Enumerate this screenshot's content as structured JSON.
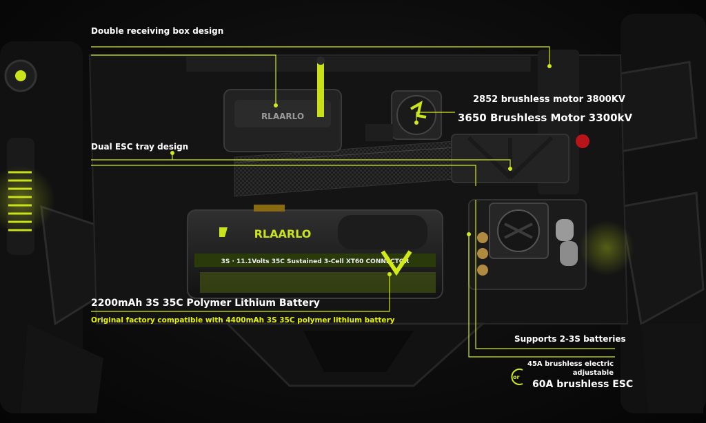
{
  "callouts": {
    "double_receiving_box": "Double receiving box design",
    "motor_2852": "2852 brushless motor 3800KV",
    "motor_3650": "3650 Brushless Motor 3300kV",
    "dual_esc_tray": "Dual ESC tray design",
    "battery_title": "2200mAh 3S 35C Polymer Lithium Battery",
    "battery_subtitle": "Original factory compatible with 4400mAh 3S 35C polymer lithium battery",
    "supports_batteries": "Supports 2-3S batteries",
    "esc_45a_line1": "45A brushless electric",
    "esc_45a_line2": "adjustable",
    "or_text": "or",
    "esc_60a": "60A brushless ESC"
  },
  "product": {
    "brand_logo_text": "RLAARLO",
    "battery_label_text": "3S · 11.1Volts  35C Sustained  3-Cell  XT60 CONNECTOR"
  },
  "colors": {
    "accent": "#d2ea1a",
    "label_white": "#ffffff",
    "label_yellow": "#e6f20a",
    "background": "#050505"
  }
}
